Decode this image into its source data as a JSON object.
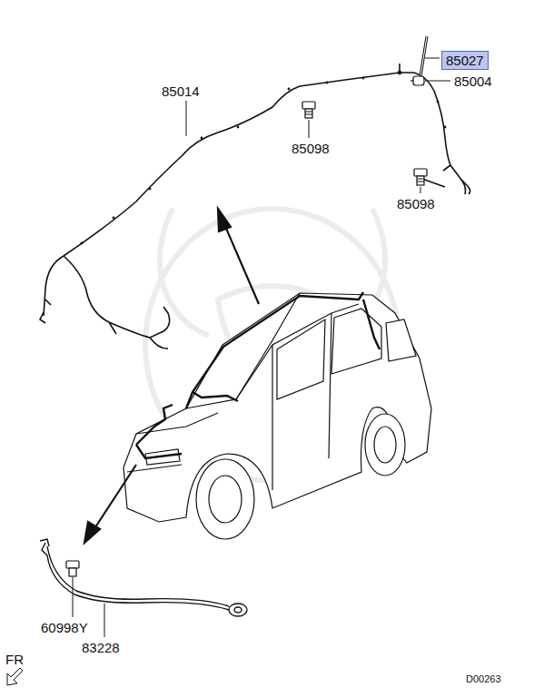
{
  "diagram": {
    "nodes": [
      {
        "text": [
          "85027"
        ]
      }
    ],
    "labels": [
      "85014",
      "85004",
      "85098",
      "85098",
      "60998Y",
      "83228",
      "FR",
      "D00263"
    ]
  }
}
